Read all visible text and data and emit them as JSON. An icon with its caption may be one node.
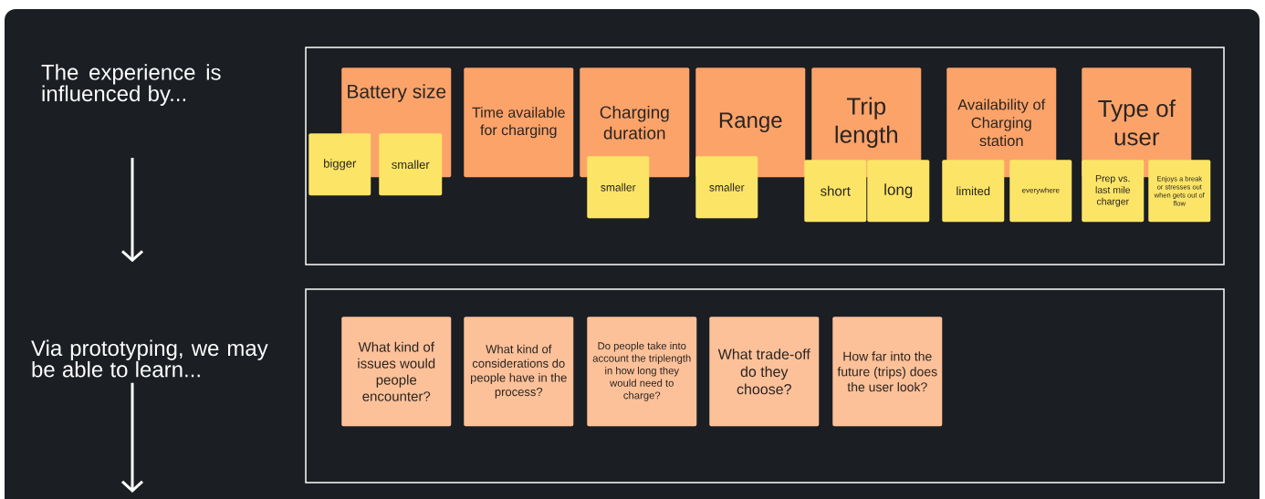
{
  "diagram": {
    "nodes": [
      {
        "text": [
          "The experience is influenced by..."
        ]
      },
      {
        "text": [
          "Via prototyping, we may be able to learn..."
        ]
      },
      {
        "text": [],
        "shape": "box"
      },
      {
        "text": [
          "Battery size"
        ],
        "in": 2
      },
      {
        "text": [
          "bigger"
        ],
        "in": 2
      },
      {
        "text": [
          "smaller"
        ],
        "in": 2
      },
      {
        "text": [
          "Time available for charging"
        ],
        "in": 2
      },
      {
        "text": [
          "Charging duration"
        ],
        "in": 2
      },
      {
        "text": [
          "smaller"
        ],
        "in": 2
      },
      {
        "text": [
          "Range"
        ],
        "in": 2
      },
      {
        "text": [
          "smaller"
        ],
        "in": 2
      },
      {
        "text": [
          "Trip length"
        ],
        "in": 2
      },
      {
        "text": [
          "short"
        ],
        "in": 2
      },
      {
        "text": [
          "long"
        ],
        "in": 2
      },
      {
        "text": [
          "Availability of Charging station"
        ],
        "in": 2
      },
      {
        "text": [
          "limited"
        ],
        "in": 2
      },
      {
        "text": [
          "everywhere"
        ],
        "in": 2
      },
      {
        "text": [
          "Type of user"
        ],
        "in": 2
      },
      {
        "text": [
          "Prep vs. last mile charger"
        ],
        "in": 2
      },
      {
        "text": [
          "Enjoys a break or stresses out when gets out of flow"
        ],
        "in": 2
      },
      {
        "text": [],
        "shape": "box"
      },
      {
        "text": [
          "What kind of issues would people encounter?"
        ],
        "in": 20
      },
      {
        "text": [
          "What kind of considerations do people have in the process?"
        ],
        "in": 20
      },
      {
        "text": [
          "Do people take into account the triplength in how long they would need to charge?"
        ],
        "in": 20
      },
      {
        "text": [
          "What trade-off do they choose?"
        ],
        "in": 20
      },
      {
        "text": [
          "How far into the future (trips) does the user look?"
        ],
        "in": 20
      }
    ],
    "edges": [
      {
        "from": 0,
        "to": 1,
        "arrow": "to"
      },
      {
        "from": 1,
        "to": null,
        "arrow": "to"
      }
    ]
  }
}
